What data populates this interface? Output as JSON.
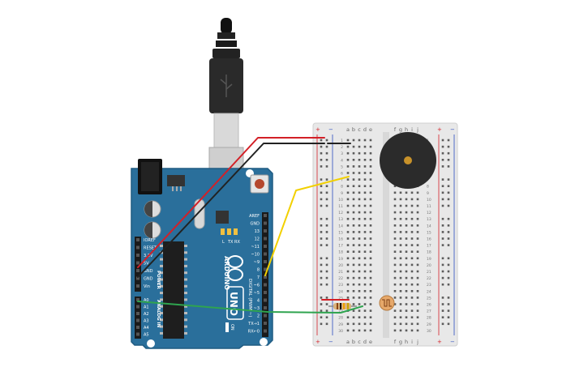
{
  "board": {
    "brand": "ARDUINO",
    "model": "UNO",
    "digital_header": "DIGITAL (PWM ~)",
    "power_header": "POWER",
    "analog_header": "ANALOG IN",
    "on_label": "ON",
    "led_labels": [
      "L",
      "TX",
      "RX"
    ],
    "pins_top": [
      "AREF",
      "GND",
      "13",
      "12",
      "~11",
      "~10",
      "~9",
      "8",
      "7",
      "~6",
      "~5",
      "4",
      "~3",
      "2",
      "TX→1",
      "RX←0"
    ],
    "pins_power": [
      "IOREF",
      "RESET",
      "3.3V",
      "5V",
      "GND",
      "GND",
      "Vin"
    ],
    "pins_analog": [
      "A0",
      "A1",
      "A2",
      "A3",
      "A4",
      "A5"
    ]
  },
  "breadboard": {
    "rail_plus": "+",
    "rail_minus": "−",
    "columns_left": [
      "a",
      "b",
      "c",
      "d",
      "e"
    ],
    "columns_right": [
      "f",
      "g",
      "h",
      "i",
      "j"
    ],
    "row_count": 30
  },
  "wires": {
    "red": "#d32027",
    "black": "#222222",
    "yellow": "#f2d000",
    "green": "#2fa44f"
  },
  "colors": {
    "board": "#2a6f9b",
    "board_edge": "#1f5b82",
    "breadboard": "#e8e8e8",
    "buzzer": "#2b2b2b",
    "buzzer_center": "#c8922a"
  }
}
